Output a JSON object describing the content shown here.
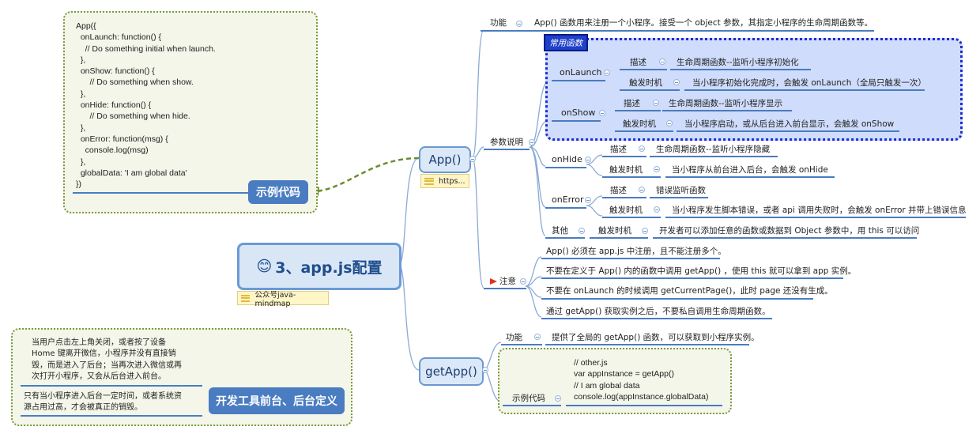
{
  "central": {
    "title": "3、app.js配置",
    "emoji": "😊",
    "note": "公众号java-mindmap"
  },
  "app_node": {
    "label": "App()",
    "note": "https..."
  },
  "getapp_node": {
    "label": "getApp()"
  },
  "example_code": {
    "tag": "示例代码",
    "lines": [
      "App({",
      "  onLaunch: function() {",
      "    // Do something initial when launch.",
      "  },",
      "  onShow: function() {",
      "      // Do something when show.",
      "  },",
      "  onHide: function() {",
      "      // Do something when hide.",
      "  },",
      "  onError: function(msg) {",
      "    console.log(msg)",
      "  },",
      "  globalData: 'I am global data'",
      "})"
    ]
  },
  "dev_tools": {
    "tag": "开发工具前台、后台定义",
    "para1": [
      "当用户点击左上角关闭，或者按了设备",
      "Home 键离开微信，小程序并没有直接销",
      "毁，而是进入了后台；当再次进入微信或再",
      "次打开小程序，又会从后台进入前台。"
    ],
    "para2": [
      "只有当小程序进入后台一定时间，或者系统资",
      "源占用过高，才会被真正的销毁。"
    ]
  },
  "app_branches": {
    "function_label": "功能",
    "function_text": "App() 函数用来注册一个小程序。接受一个 object 参数，其指定小程序的生命周期函数等。",
    "params_label": "参数说明",
    "common_title": "常用函数",
    "onlaunch": {
      "name": "onLaunch",
      "desc_label": "描述",
      "desc": "生命周期函数--监听小程序初始化",
      "trigger_label": "触发时机",
      "trigger": "当小程序初始化完成时，会触发 onLaunch（全局只触发一次）"
    },
    "onshow": {
      "name": "onShow",
      "desc_label": "描述",
      "desc": "生命周期函数--监听小程序显示",
      "trigger_label": "触发时机",
      "trigger": "当小程序启动，或从后台进入前台显示，会触发 onShow"
    },
    "onhide": {
      "name": "onHide",
      "desc_label": "描述",
      "desc": "生命周期函数--监听小程序隐藏",
      "trigger_label": "触发时机",
      "trigger": "当小程序从前台进入后台，会触发 onHide"
    },
    "onerror": {
      "name": "onError",
      "desc_label": "描述",
      "desc": "错误监听函数",
      "trigger_label": "触发时机",
      "trigger": "当小程序发生脚本错误，或者 api 调用失败时，会触发 onError 并带上错误信息"
    },
    "other": {
      "name": "其他",
      "trigger_label": "触发时机",
      "trigger": "开发者可以添加任意的函数或数据到 Object 参数中，用 this 可以访问"
    },
    "notes_label": "注意",
    "notes": [
      "App() 必须在 app.js 中注册，且不能注册多个。",
      "不要在定义于 App() 内的函数中调用 getApp() ，使用 this 就可以拿到 app 实例。",
      "不要在 onLaunch 的时候调用 getCurrentPage()，此时 page 还没有生成。",
      "通过 getApp() 获取实例之后，不要私自调用生命周期函数。"
    ]
  },
  "getapp_branches": {
    "function_label": "功能",
    "function_text": "提供了全局的 getApp() 函数，可以获取到小程序实例。",
    "example_label": "示例代码",
    "code": [
      "// other.js",
      "var appInstance = getApp()",
      "// I am global data",
      "console.log(appInstance.globalData)"
    ]
  },
  "colors": {
    "accent": "#4a7cc1",
    "dotted_border": "#7a9a3a",
    "highlight_bg": "#cfdcfb",
    "highlight_border": "#1f2bd1"
  }
}
